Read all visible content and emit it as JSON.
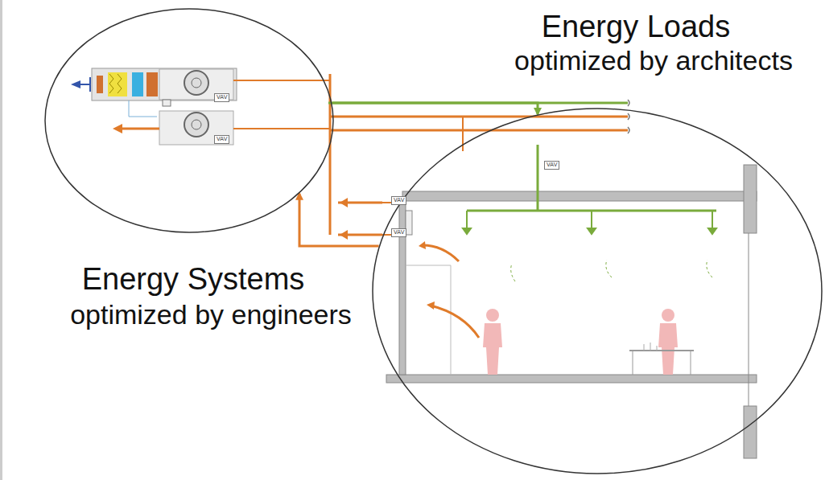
{
  "diagram": {
    "nodes": [
      {
        "text": [
          "Energy Systems",
          "optimized by engineers"
        ]
      },
      {
        "text": [
          "Energy Loads",
          "optimized by architects"
        ]
      }
    ],
    "edges": [
      {
        "from": 0,
        "to": 1,
        "arrow": "to"
      },
      {
        "from": 1,
        "to": 0,
        "arrow": "to"
      }
    ],
    "labels": [
      "VAV",
      "VAV",
      "VAV",
      "VAV",
      "VAV"
    ]
  }
}
